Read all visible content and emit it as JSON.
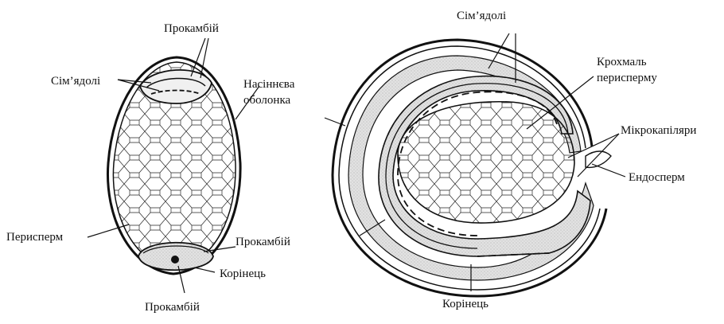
{
  "left_figure": {
    "labels": {
      "procambium_top": "Прокамбій",
      "cotyledons": "Сім’ядолі",
      "seed_coat_line1": "Насіннєва",
      "seed_coat_line2": "оболонка",
      "perisperm": "Перисперм",
      "procambium_mid": "Прокамбій",
      "radicle": "Корінець",
      "procambium_bottom": "Прокамбій"
    }
  },
  "right_figure": {
    "labels": {
      "cotyledons": "Сім’ядолі",
      "perisperm_starch_line1": "Крохмаль",
      "perisperm_starch_line2": "перисперму",
      "microcapillaries": "Мікрокапіляри",
      "endosperm": "Ендосперм",
      "radicle": "Корінець"
    }
  },
  "colors": {
    "ink": "#111111",
    "stipple": "#d8d8d8",
    "paper": "#ffffff"
  }
}
